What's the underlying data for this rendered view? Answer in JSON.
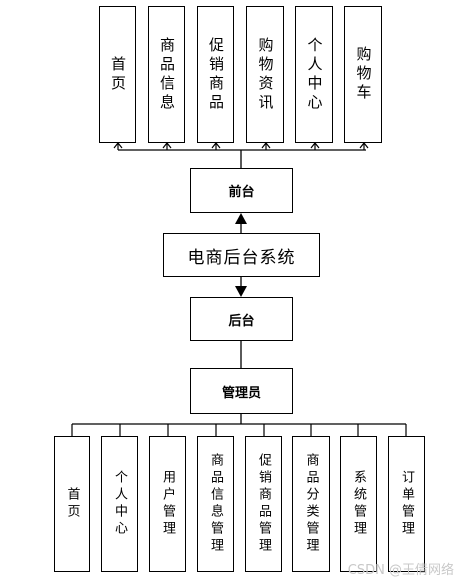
{
  "diagram": {
    "center": "电商后台系统",
    "front_node": "前台",
    "back_node": "后台",
    "admin_node": "管理员",
    "front_modules": [
      "首页",
      "商品信息",
      "促销商品",
      "购物资讯",
      "个人中心",
      "购物车"
    ],
    "admin_modules": [
      "首页",
      "个人中心",
      "用户管理",
      "商品信息管理",
      "促销商品管理",
      "商品分类管理",
      "系统管理",
      "订单管理"
    ]
  },
  "watermark": "CSDN @王倩网络"
}
